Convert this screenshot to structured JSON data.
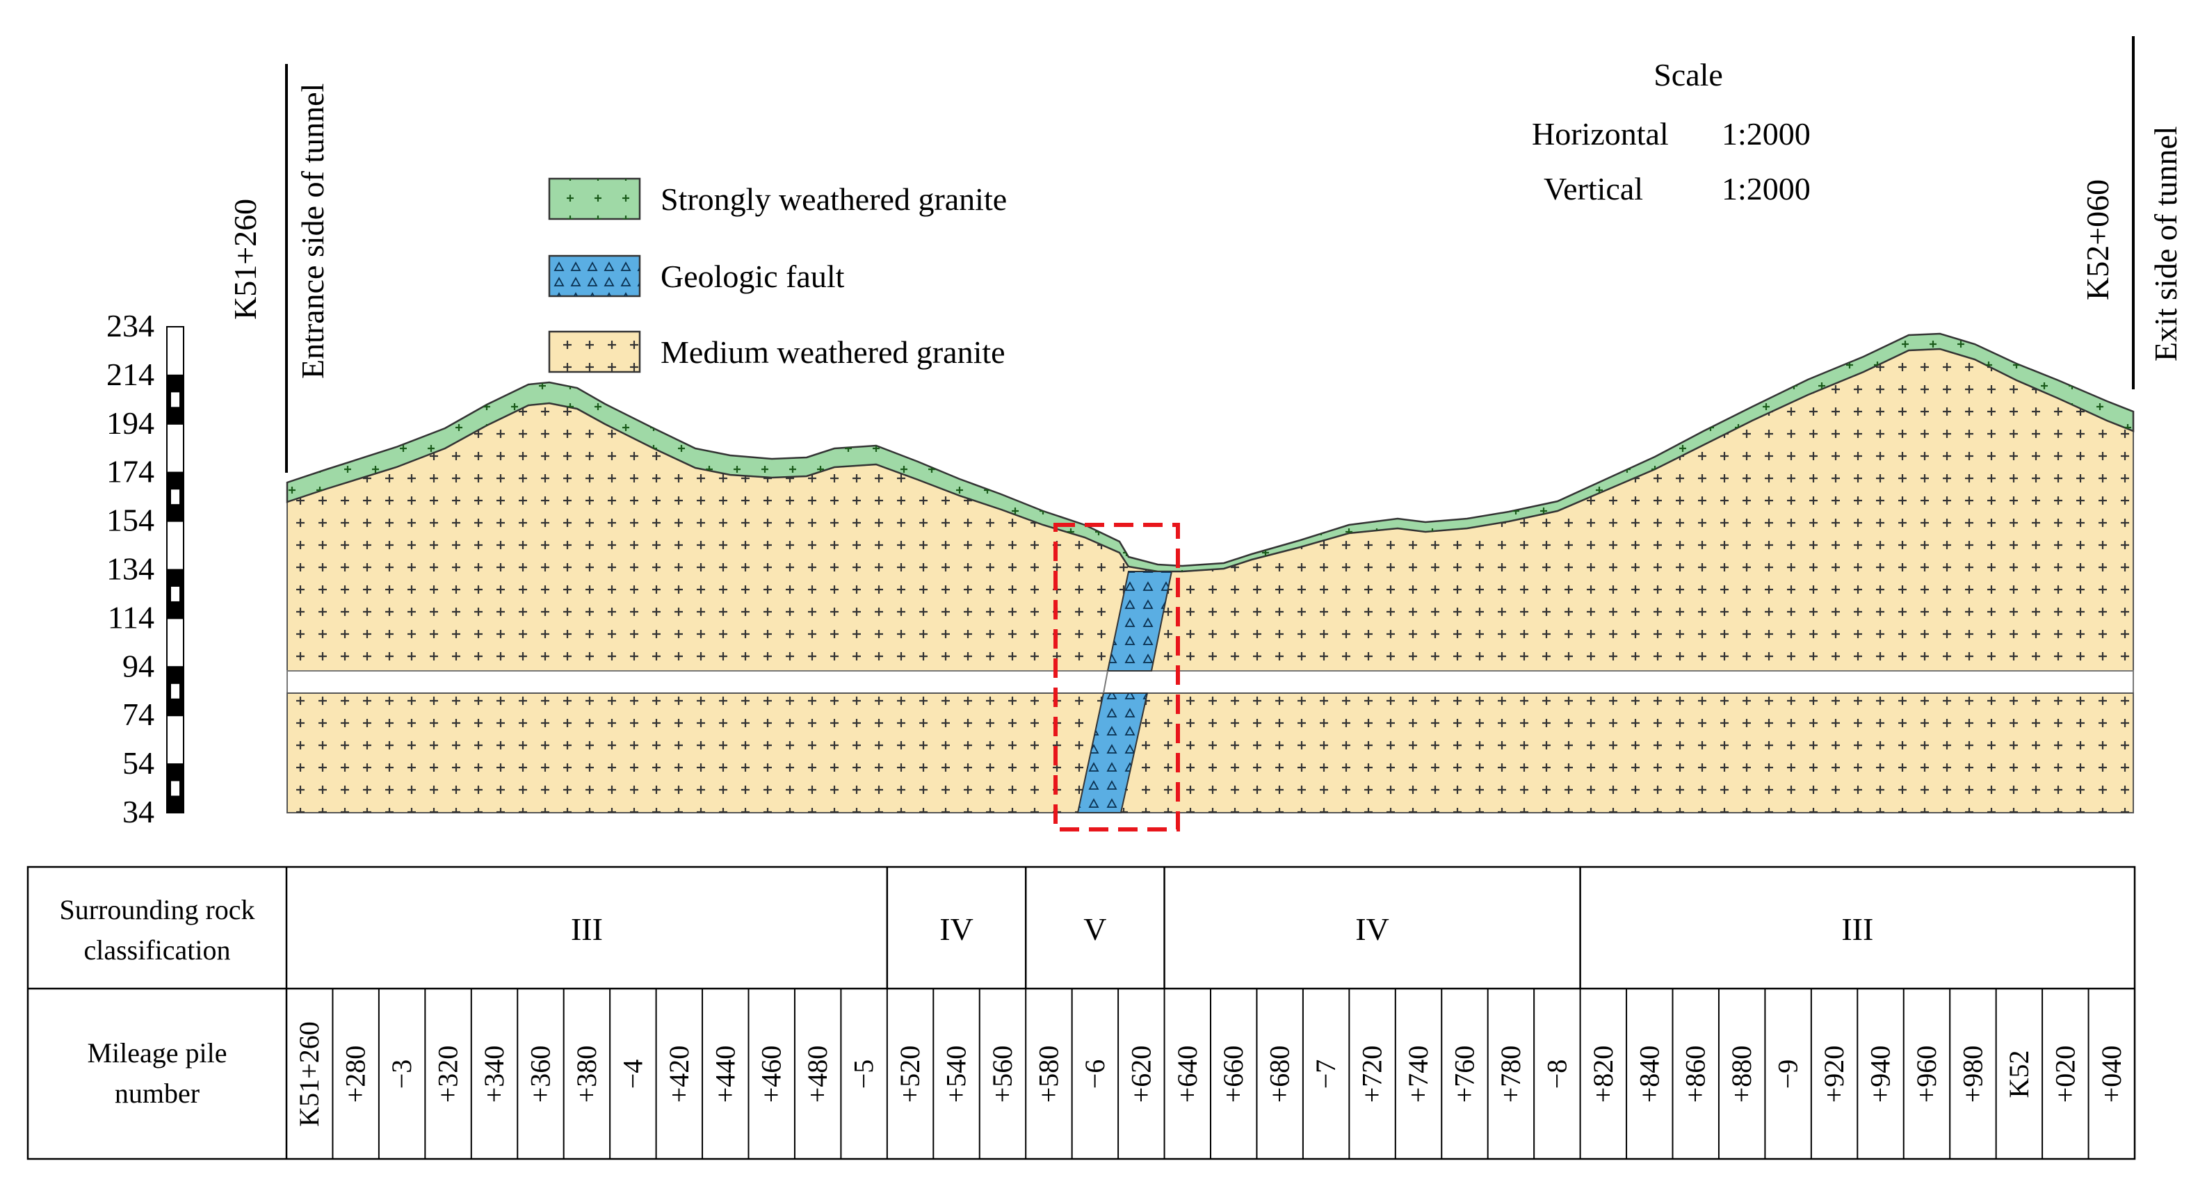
{
  "entrance": {
    "mileage": "K51+260",
    "label": "Entrance side of tunnel"
  },
  "exit": {
    "mileage": "K52+060",
    "label": "Exit side of tunnel"
  },
  "scale": {
    "title": "Scale",
    "horizontal_label": "Horizontal",
    "horizontal_value": "1:2000",
    "vertical_label": "Vertical",
    "vertical_value": "1:2000"
  },
  "legend": [
    {
      "label": "Strongly weathered granite",
      "color": "#9fd9a6"
    },
    {
      "label": "Geologic fault",
      "color": "#5aaee3"
    },
    {
      "label": "Medium weathered granite",
      "color": "#fae6b4"
    }
  ],
  "elevation_ticks": [
    "234",
    "214",
    "194",
    "174",
    "154",
    "134",
    "114",
    "94",
    "74",
    "54",
    "34"
  ],
  "table": {
    "row1_header": "Surrounding rock classification",
    "row2_header": "Mileage pile number",
    "classes": [
      {
        "label": "III",
        "span": 13
      },
      {
        "label": "IV",
        "span": 3
      },
      {
        "label": "V",
        "span": 3
      },
      {
        "label": "IV",
        "span": 9
      },
      {
        "label": "III",
        "span": 12
      }
    ],
    "piles": [
      "K51+260",
      "+280",
      "−3",
      "+320",
      "+340",
      "+360",
      "+380",
      "−4",
      "+420",
      "+440",
      "+460",
      "+480",
      "−5",
      "+520",
      "+540",
      "+560",
      "+580",
      "−6",
      "+620",
      "+640",
      "+660",
      "+680",
      "−7",
      "+720",
      "+740",
      "+760",
      "+780",
      "−8",
      "+820",
      "+840",
      "+860",
      "+880",
      "−9",
      "+920",
      "+940",
      "+960",
      "+980",
      "K52",
      "+020",
      "+040"
    ]
  }
}
